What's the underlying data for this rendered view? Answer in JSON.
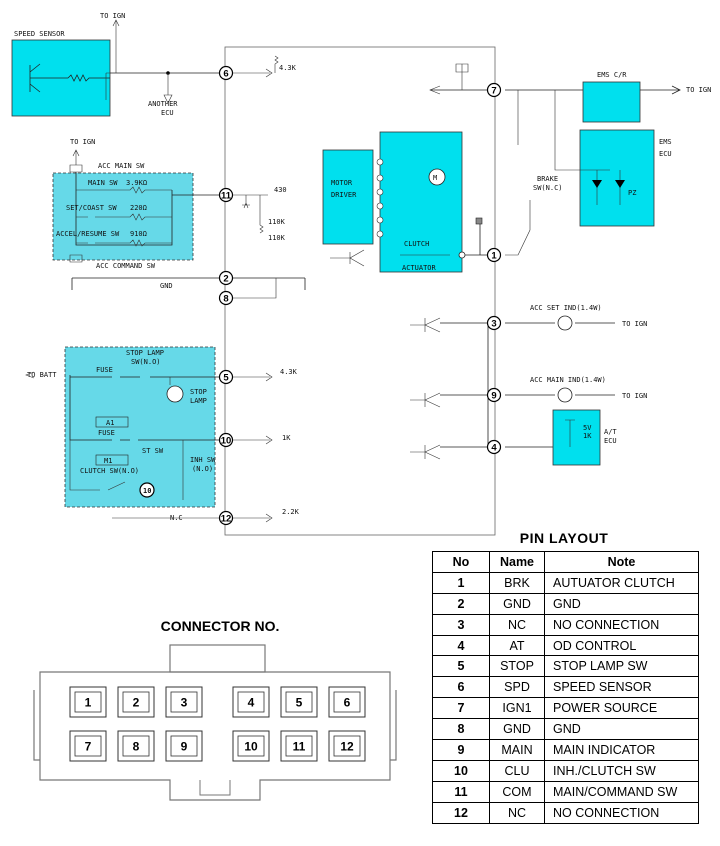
{
  "schematic": {
    "speed_sensor": "SPEED SENSOR",
    "to_ign": "TO IGN",
    "another_ecu_1": "ANOTHER",
    "another_ecu_2": "ECU",
    "r_4_3k_a": "4.3K",
    "acc_main_sw": "ACC MAIN SW",
    "main_sw": "MAIN SW",
    "r_3_9k": "3.9KΩ",
    "set_coast": "SET/COAST SW",
    "r_220": "220Ω",
    "accel_resume": "ACCEL/RESUME SW",
    "r_910": "910Ω",
    "acc_command_sw": "ACC COMMAND SW",
    "r_430": "430",
    "r_110k_a": "110K",
    "r_110k_b": "110K",
    "gnd": "GND",
    "motor_driver_1": "MOTOR",
    "motor_driver_2": "DRIVER",
    "m": "M",
    "clutch": "CLUTCH",
    "actuator": "ACTUATOR",
    "ems_cr": "EMS C/R",
    "ems_ecu_1": "EMS",
    "ems_ecu_2": "ECU",
    "pz": "PZ",
    "brake_1": "BRAKE",
    "brake_2": "SW(N.C)",
    "acc_set_ind": "ACC SET IND(1.4W)",
    "acc_main_ind": "ACC MAIN IND(1.4W)",
    "to_batt": "TO BATT",
    "fuse": "FUSE",
    "stop_lamp_sw_1": "STOP LAMP",
    "stop_lamp_sw_2": "SW(N.O)",
    "stop_1": "STOP",
    "stop_2": "LAMP",
    "r_4_3k_b": "4.3K",
    "a1": "A1",
    "st_sw": "ST SW",
    "m1": "M1",
    "clutch_sw": "CLUTCH SW(N.O)",
    "inh_sw_1": "INH SW",
    "inh_sw_2": "(N.O)",
    "r_1k": "1K",
    "at_ecu_1": "A/T",
    "at_ecu_2": "ECU",
    "r_5v": "5V",
    "r_1k_b": "1K",
    "nc": "N.C",
    "r_2_2k": "2.2K",
    "pins": [
      "1",
      "2",
      "3",
      "4",
      "5",
      "6",
      "7",
      "8",
      "9",
      "10",
      "11",
      "12"
    ]
  },
  "pin_layout": {
    "title": "PIN  LAYOUT",
    "headers": [
      "No",
      "Name",
      "Note"
    ],
    "rows": [
      {
        "no": "1",
        "name": "BRK",
        "note": "AUTUATOR CLUTCH"
      },
      {
        "no": "2",
        "name": "GND",
        "note": "GND"
      },
      {
        "no": "3",
        "name": "NC",
        "note": "NO CONNECTION"
      },
      {
        "no": "4",
        "name": "AT",
        "note": "OD CONTROL"
      },
      {
        "no": "5",
        "name": "STOP",
        "note": "STOP LAMP SW"
      },
      {
        "no": "6",
        "name": "SPD",
        "note": "SPEED SENSOR"
      },
      {
        "no": "7",
        "name": "IGN1",
        "note": "POWER SOURCE"
      },
      {
        "no": "8",
        "name": "GND",
        "note": "GND"
      },
      {
        "no": "9",
        "name": "MAIN",
        "note": "MAIN INDICATOR"
      },
      {
        "no": "10",
        "name": "CLU",
        "note": "INH./CLUTCH SW"
      },
      {
        "no": "11",
        "name": "COM",
        "note": "MAIN/COMMAND SW"
      },
      {
        "no": "12",
        "name": "NC",
        "note": "NO CONNECTION"
      }
    ]
  },
  "connector": {
    "title": "CONNECTOR NO.",
    "pins": [
      "1",
      "2",
      "3",
      "4",
      "5",
      "6",
      "7",
      "8",
      "9",
      "10",
      "11",
      "12"
    ]
  }
}
